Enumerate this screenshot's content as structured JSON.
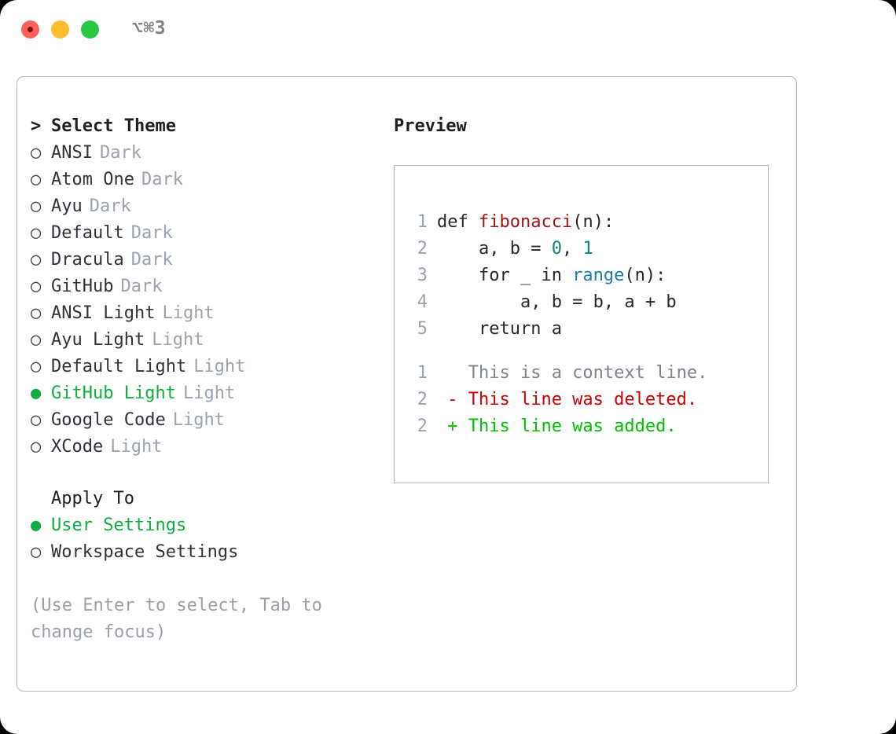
{
  "window": {
    "shortcut": "⌥⌘3",
    "traffic_lights": [
      "close",
      "minimize",
      "zoom"
    ]
  },
  "theme_list": {
    "heading_marker": ">",
    "heading": "Select Theme",
    "bullet_off": "○",
    "bullet_on": "●",
    "items": [
      {
        "label": "ANSI",
        "tag": "Dark",
        "selected": false
      },
      {
        "label": "Atom One",
        "tag": "Dark",
        "selected": false
      },
      {
        "label": "Ayu",
        "tag": "Dark",
        "selected": false
      },
      {
        "label": "Default",
        "tag": "Dark",
        "selected": false
      },
      {
        "label": "Dracula",
        "tag": "Dark",
        "selected": false
      },
      {
        "label": "GitHub",
        "tag": "Dark",
        "selected": false
      },
      {
        "label": "ANSI Light",
        "tag": "Light",
        "selected": false
      },
      {
        "label": "Ayu Light",
        "tag": "Light",
        "selected": false
      },
      {
        "label": "Default Light",
        "tag": "Light",
        "selected": false
      },
      {
        "label": "GitHub Light",
        "tag": "Light",
        "selected": true
      },
      {
        "label": "Google Code",
        "tag": "Light",
        "selected": false
      },
      {
        "label": "XCode",
        "tag": "Light",
        "selected": false
      }
    ]
  },
  "apply_to": {
    "heading": "Apply To",
    "options": [
      {
        "label": "User Settings",
        "selected": true
      },
      {
        "label": "Workspace Settings",
        "selected": false
      }
    ]
  },
  "hint": "(Use Enter to select, Tab to change focus)",
  "preview": {
    "title": "Preview",
    "code_lines": [
      {
        "num": "1",
        "tokens": [
          {
            "text": "def ",
            "type": "plain"
          },
          {
            "text": "fibonacci",
            "type": "fn"
          },
          {
            "text": "(n):",
            "type": "plain"
          }
        ]
      },
      {
        "num": "2",
        "tokens": [
          {
            "text": "    a, b = ",
            "type": "plain"
          },
          {
            "text": "0",
            "type": "num"
          },
          {
            "text": ", ",
            "type": "plain"
          },
          {
            "text": "1",
            "type": "num"
          }
        ]
      },
      {
        "num": "3",
        "tokens": [
          {
            "text": "    for _ in ",
            "type": "plain"
          },
          {
            "text": "range",
            "type": "builtin"
          },
          {
            "text": "(n):",
            "type": "plain"
          }
        ]
      },
      {
        "num": "4",
        "tokens": [
          {
            "text": "        a, b = b, a + b",
            "type": "plain"
          }
        ]
      },
      {
        "num": "5",
        "tokens": [
          {
            "text": "    return a",
            "type": "plain"
          }
        ]
      }
    ],
    "diff_lines": [
      {
        "num": "1",
        "sign": " ",
        "text": "This is a context line.",
        "type": "ctx"
      },
      {
        "num": "2",
        "sign": "-",
        "text": "This line was deleted.",
        "type": "del"
      },
      {
        "num": "2",
        "sign": "+",
        "text": "This line was added.",
        "type": "add"
      }
    ]
  },
  "colors": {
    "selected_green": "#0eae40",
    "diff_added": "#00c000",
    "diff_deleted": "#cc0000",
    "function_red": "#a31515",
    "number_teal": "#0c8577",
    "builtin_blue": "#1a7fa8",
    "muted_gray": "#9aa3b0",
    "border": "#aeb6c2"
  }
}
